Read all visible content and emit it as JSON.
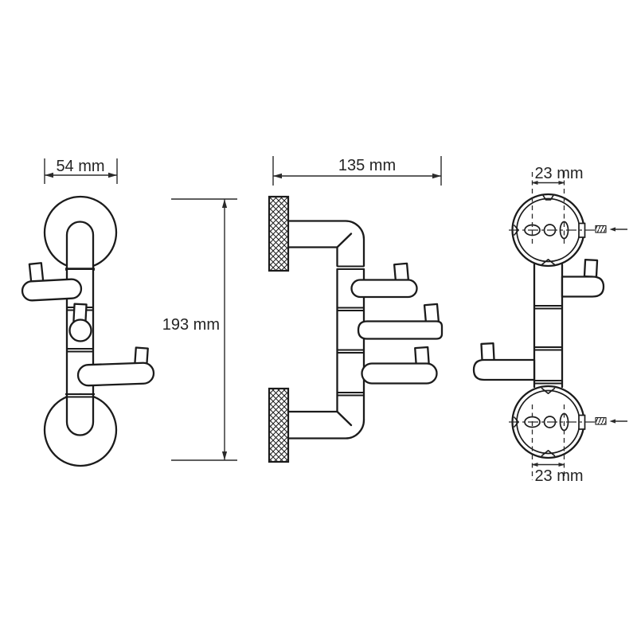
{
  "meta": {
    "background_color": "#ffffff",
    "line_color": "#1b1b1b",
    "text_color": "#242424"
  },
  "views": {
    "front": {
      "width_label": "54 mm",
      "height_label": "193 mm"
    },
    "side": {
      "width_label": "135 mm"
    },
    "back": {
      "top_hole_spacing_label": "23 mm",
      "bottom_hole_spacing_label": "23 mm"
    }
  }
}
